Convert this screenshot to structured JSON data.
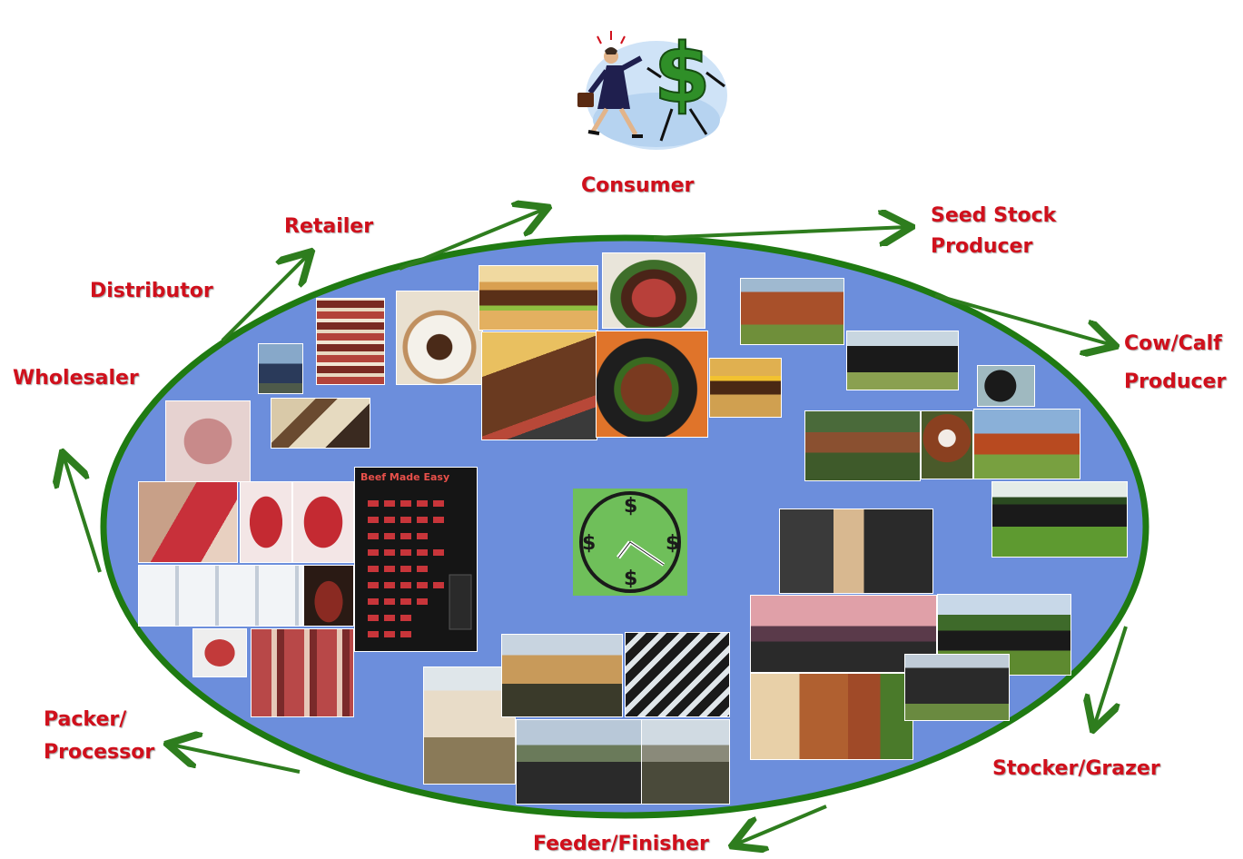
{
  "labels": {
    "consumer": "Consumer",
    "retailer": "Retailer",
    "distributor": "Distributor",
    "wholesaler": "Wholesaler",
    "packer_line1": "Packer/",
    "packer_line2": "Processor",
    "feeder": "Feeder/Finisher",
    "stocker": "Stocker/Grazer",
    "cowcalf_line1": "Cow/Calf",
    "cowcalf_line2": "Producer",
    "seedstock_line1": "Seed Stock",
    "seedstock_line2": "Producer"
  },
  "poster_title": "Beef Made Easy",
  "clock_symbol": "$",
  "colors": {
    "label": "#d0101c",
    "arrow": "#2e7d1e",
    "ellipse_fill": "#6c8edc",
    "ellipse_stroke": "#1f7a12",
    "clock_face": "#6fbf5a",
    "dollar": "#2f8f28"
  },
  "icons": {
    "consumer_clipart": "businesswoman-chasing-dollar-icon",
    "clock": "dollar-clock-icon"
  }
}
